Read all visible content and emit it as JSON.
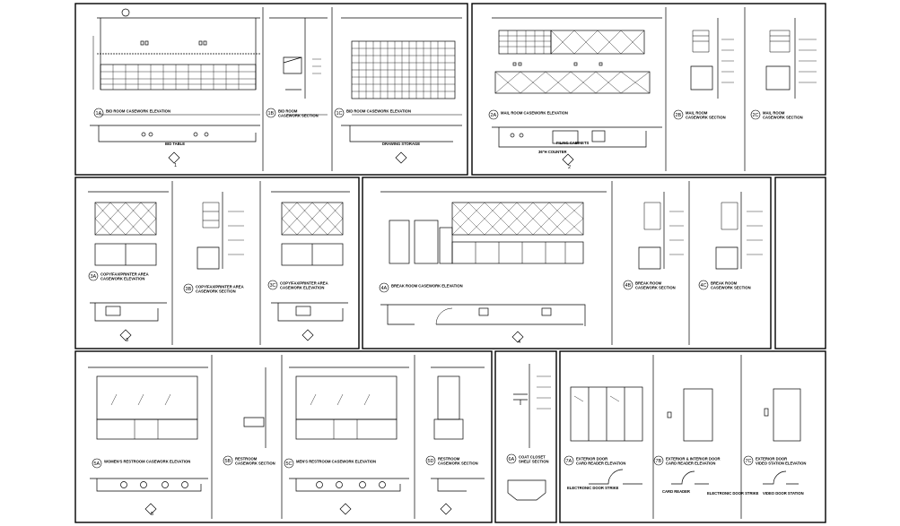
{
  "panels": [
    {
      "id": "p1",
      "sheet_number": "1",
      "details": [
        {
          "key": "1A",
          "line1": "BID ROOM CASEWORK ELEVATION",
          "line2": ""
        },
        {
          "key": "1B",
          "line1": "BID ROOM",
          "line2": "CASEWORK SECTION"
        },
        {
          "key": "1C",
          "line1": "BID ROOM CASEWORK ELEVATION",
          "line2": ""
        }
      ],
      "plan_labels": [
        "BID TABLE",
        "DRAWING STORAGE"
      ]
    },
    {
      "id": "p2",
      "sheet_number": "2",
      "details": [
        {
          "key": "2A",
          "line1": "MAIL ROOM CASEWORK ELEVATION",
          "line2": ""
        },
        {
          "key": "2B",
          "line1": "MAIL ROOM",
          "line2": "CASEWORK SECTION"
        },
        {
          "key": "2C",
          "line1": "MAIL ROOM",
          "line2": "CASEWORK SECTION"
        }
      ],
      "plan_labels": [
        "FILING CABINETS",
        "36\"H COUNTER"
      ]
    },
    {
      "id": "p3",
      "sheet_number": "3",
      "details": [
        {
          "key": "3A",
          "line1": "COPY/FAX/PRINTER AREA",
          "line2": "CASEWORK ELEVATION"
        },
        {
          "key": "3B",
          "line1": "COPY/FAX/PRINTER AREA",
          "line2": "CASEWORK SECTION"
        },
        {
          "key": "3C",
          "line1": "COPY/FAX/PRINTER AREA",
          "line2": "CASEWORK ELEVATION"
        }
      ],
      "plan_labels": []
    },
    {
      "id": "p4",
      "sheet_number": "4",
      "details": [
        {
          "key": "4A",
          "line1": "BREAK ROOM CASEWORK ELEVATION",
          "line2": ""
        },
        {
          "key": "4B",
          "line1": "BREAK ROOM",
          "line2": "CASEWORK SECTION"
        },
        {
          "key": "4C",
          "line1": "BREAK ROOM",
          "line2": "CASEWORK SECTION"
        }
      ],
      "plan_labels": []
    },
    {
      "id": "p5",
      "sheet_number": "5",
      "details": [
        {
          "key": "5A",
          "line1": "WOMEN'S RESTROOM CASEWORK ELEVATION",
          "line2": ""
        },
        {
          "key": "5B",
          "line1": "RESTROOM",
          "line2": "CASEWORK SECTION"
        },
        {
          "key": "5C",
          "line1": "MEN'S RESTROOM CASEWORK ELEVATION",
          "line2": ""
        },
        {
          "key": "5D",
          "line1": "RESTROOM",
          "line2": "CASEWORK SECTION"
        }
      ],
      "plan_labels": []
    },
    {
      "id": "p6",
      "sheet_number": "",
      "details": [
        {
          "key": "6A",
          "line1": "COAT CLOSET",
          "line2": "SHELF SECTION"
        }
      ],
      "plan_labels": []
    },
    {
      "id": "p7",
      "sheet_number": "",
      "details": [
        {
          "key": "7A",
          "line1": "EXTERIOR DOOR",
          "line2": "CARD READER ELEVATION"
        },
        {
          "key": "7B",
          "line1": "EXTERIOR & INTERIOR DOOR",
          "line2": "CARD READER ELEVATION"
        },
        {
          "key": "7C",
          "line1": "EXTERIOR DOOR",
          "line2": "VIDEO STATION ELEVATION"
        }
      ],
      "plan_labels": [
        "ELECTRONIC DOOR STRIKE",
        "CARD READER",
        "ELECTRONIC DOOR STRIKE",
        "VIDEO DOOR STATION"
      ]
    }
  ]
}
